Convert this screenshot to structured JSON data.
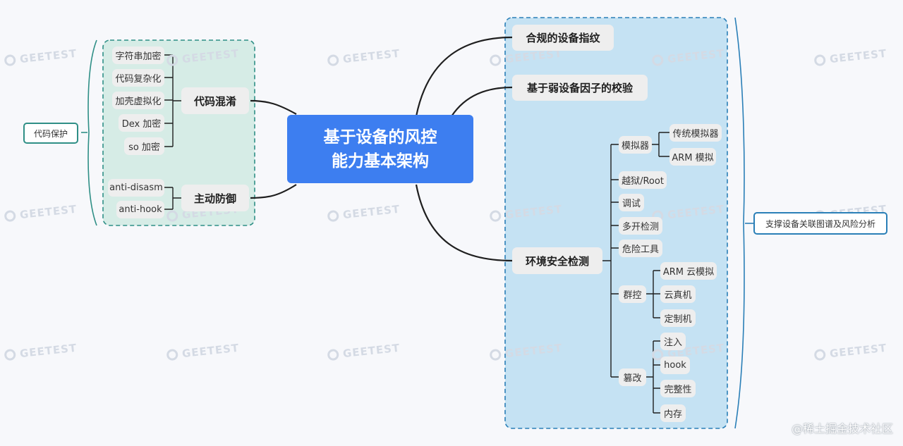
{
  "center_title": [
    "基于设备的风控",
    "能力基本架构"
  ],
  "left": {
    "tag": "代码保护",
    "branches": [
      {
        "label": "代码混淆",
        "leaves": [
          "字符串加密",
          "代码复杂化",
          "加壳虚拟化",
          "Dex 加密",
          "so 加密"
        ]
      },
      {
        "label": "主动防御",
        "leaves": [
          "anti-disasm",
          "anti-hook"
        ]
      }
    ]
  },
  "right": {
    "tag": "支撑设备关联图谱及风险分析",
    "branches": [
      {
        "label": "合规的设备指纹"
      },
      {
        "label": "基于弱设备因子的校验"
      },
      {
        "label": "环境安全检测",
        "children": [
          {
            "label": "模拟器",
            "leaves": [
              "传统模拟器",
              "ARM 模拟"
            ]
          },
          {
            "label": "越狱/Root"
          },
          {
            "label": "调试"
          },
          {
            "label": "多开检测"
          },
          {
            "label": "危险工具"
          },
          {
            "label": "群控",
            "leaves": [
              "ARM 云模拟",
              "云真机",
              "定制机"
            ]
          },
          {
            "label": "篡改",
            "leaves": [
              "注入",
              "hook",
              "完整性",
              "内存"
            ]
          }
        ]
      }
    ]
  },
  "watermark": "GEETEST",
  "credit": "@稀土掘金技术社区",
  "colors": {
    "center": "#3d7ef0",
    "left_zone": "#d6ece6",
    "right_zone": "#c5e2f3",
    "left_border": "#2f8f86",
    "right_border": "#2a7fb7"
  }
}
